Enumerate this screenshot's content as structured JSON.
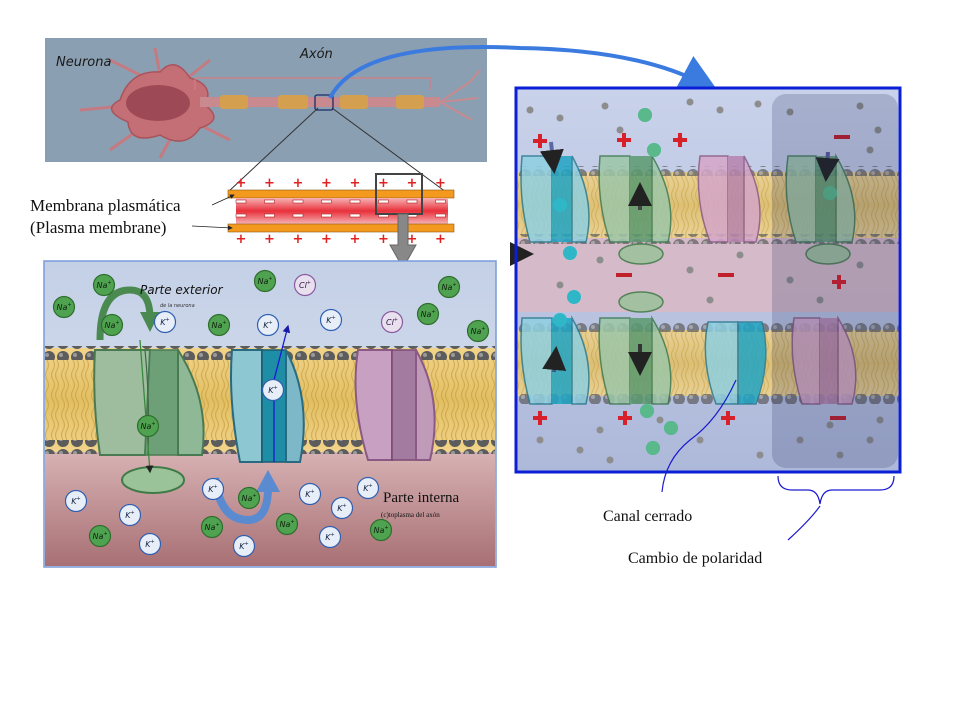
{
  "top_panel": {
    "neuron_label": "Neurona",
    "axon_label": "Axón"
  },
  "membrane": {
    "label_es": "Membrana plasmática",
    "label_en": "(Plasma membrane)",
    "plus": "+",
    "minus": "−"
  },
  "detail_panel": {
    "outside_label": "Parte exterior",
    "outside_sub": "de la neurona",
    "inside_label": "Parte interna",
    "inside_sub": "(c)toplasma del axón",
    "ions": {
      "na": "Na",
      "k": "K",
      "cl": "Cl",
      "charge": "+"
    }
  },
  "right_panel": {
    "closed_channel": "Canal cerrado",
    "polarity_change": "Cambio de polaridad"
  },
  "colors": {
    "membrane_orange": "#f39a1e",
    "cytoplasm_red": "#e8303a",
    "panel_border": "#0b1fd6",
    "arrow_blue": "#3b7be0",
    "na_green": "#3a9a3e",
    "k_blue": "#2f6fd0",
    "channel_green": "#4f9a6c",
    "channel_cyan": "#1d8ea6",
    "channel_pink": "#b07aa6"
  }
}
